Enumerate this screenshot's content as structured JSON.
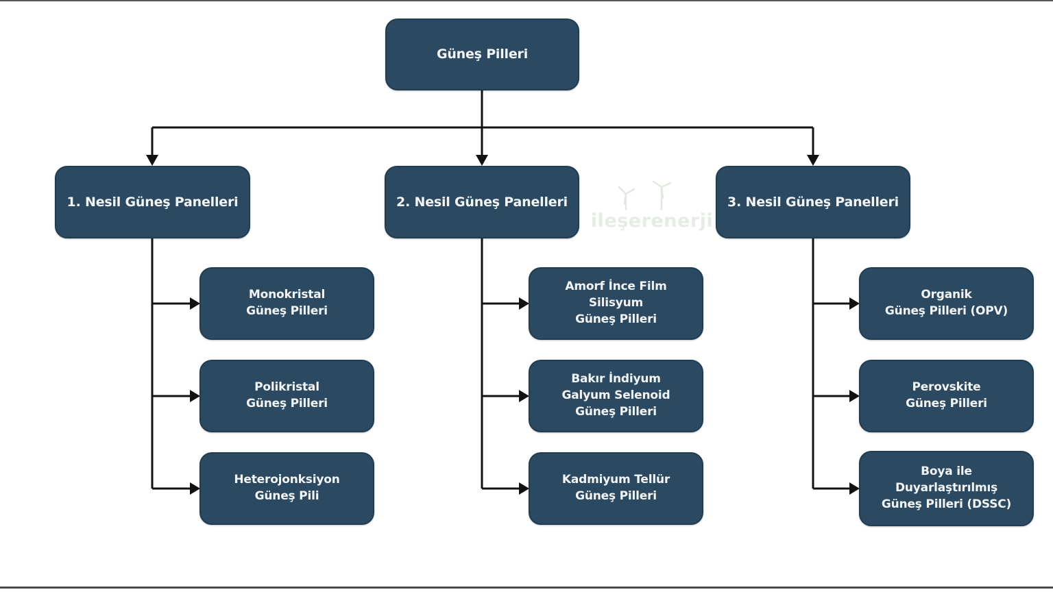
{
  "diagram": {
    "root_label": "Güneş Pilleri",
    "watermark": "ileşerenerji",
    "columns": [
      {
        "header": "1. Nesil Güneş Panelleri",
        "children": [
          "Monokristal\nGüneş Pilleri",
          "Polikristal\nGüneş Pilleri",
          "Heterojonksiyon\nGüneş Pili"
        ]
      },
      {
        "header": "2. Nesil Güneş Panelleri",
        "children": [
          "Amorf İnce Film\nSilisyum\nGüneş Pilleri",
          "Bakır İndiyum\nGalyum Selenoid\nGüneş Pilleri",
          "Kadmiyum Tellür\nGüneş Pilleri"
        ]
      },
      {
        "header": "3. Nesil Güneş Panelleri",
        "children": [
          "Organik\nGüneş Pilleri (OPV)",
          "Perovskite\nGüneş Pilleri",
          "Boya ile\nDuyarlaştırılmış\nGüneş Pilleri (DSSC)"
        ]
      }
    ],
    "colors": {
      "node_fill": "#2b4a61",
      "node_border": "#1e3c52",
      "node_text": "#f2f4f5",
      "line": "#121212",
      "watermark": "#e3ebe1"
    }
  }
}
